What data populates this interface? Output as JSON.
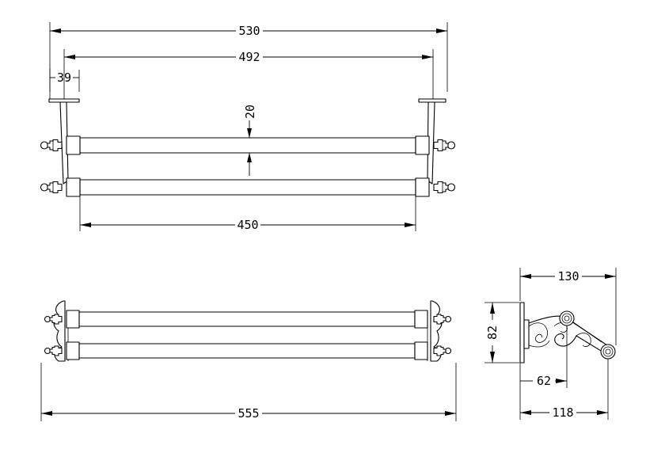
{
  "dimensions": {
    "overall_width_top": "530",
    "bracket_centers": "492",
    "bracket_offset": "39",
    "bar_diameter": "20",
    "bar_length": "450",
    "overall_width_front": "555",
    "depth_overall": "130",
    "height": "82",
    "depth_to_first_bar": "62",
    "depth_to_second_bar": "118"
  }
}
